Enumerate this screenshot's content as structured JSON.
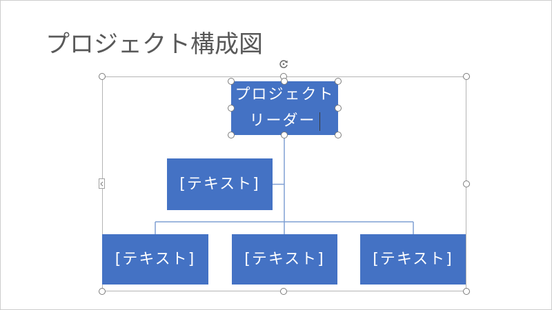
{
  "slide": {
    "title": "プロジェクト構成図"
  },
  "smartart": {
    "top_shape": {
      "lines": [
        "プロジェクト",
        "リーダー"
      ]
    },
    "assistant_shape": {
      "label": "[テキスト]"
    },
    "child_shapes": [
      {
        "label": "[テキスト]"
      },
      {
        "label": "[テキスト]"
      },
      {
        "label": "[テキスト]"
      }
    ]
  },
  "colors": {
    "shape_fill": "#4472c4",
    "shape_text": "#ffffff",
    "connector": "#7f9fd3",
    "title_text": "#595959",
    "selection_frame": "#b4b4b4"
  },
  "icons": {
    "rotate_handle": "rotate-icon",
    "text_pane_toggle": "chevron-left-icon"
  }
}
